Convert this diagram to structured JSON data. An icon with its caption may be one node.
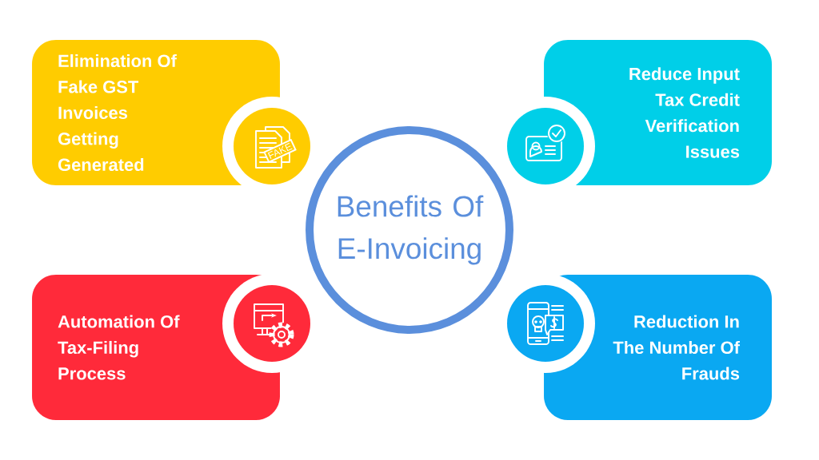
{
  "diagram": {
    "nodes": [
      {
        "text": [
          "Benefits Of E-Invoicing"
        ]
      },
      {
        "text": [
          "Elimination Of Fake GST Invoices Getting Generated"
        ]
      },
      {
        "text": [
          "Reduce Input Tax Credit Verification Issues"
        ]
      },
      {
        "text": [
          "Automation Of Tax-Filing Process"
        ]
      },
      {
        "text": [
          "Reduction In The Number Of Frauds"
        ]
      }
    ],
    "labels": [
      "FAKE"
    ]
  }
}
